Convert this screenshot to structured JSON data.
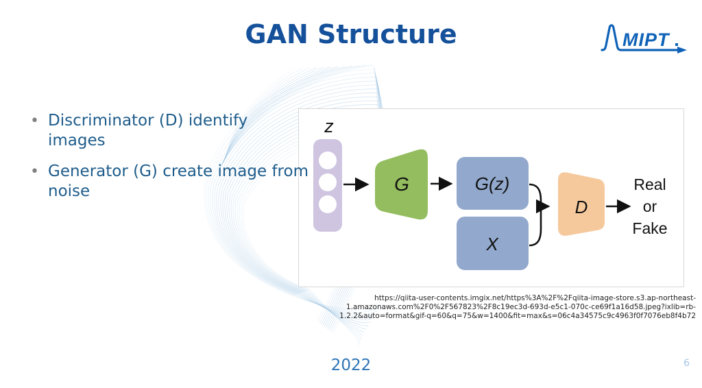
{
  "slide": {
    "title": "GAN Structure",
    "footer_year": "2022",
    "page_number": "6"
  },
  "logo": {
    "name": "MIPT",
    "color": "#0f62b7"
  },
  "bullets": [
    {
      "marker": "•",
      "label": "Discriminator (D) identify images"
    },
    {
      "marker": "•",
      "label": "Generator (G) create image from noise"
    }
  ],
  "diagram": {
    "noise_label": "z",
    "generator_label": "G",
    "generated_sample_label": "G(z)",
    "real_data_label": "X",
    "discriminator_label": "D",
    "output_lines": [
      "Real",
      "or",
      "Fake"
    ],
    "colors": {
      "noise_vector": "#cfc5e1",
      "generator": "#93bd5e",
      "sample_boxes": "#92a9cd",
      "discriminator": "#f6c99d",
      "arrows": "#111111"
    }
  },
  "source_citation": {
    "lines": [
      "https://qiita-user-contents.imgix.net/https%3A%2F%2Fqiita-image-store.s3.ap-northeast-",
      "1.amazonaws.com%2F0%2F567823%2F8c19ec3d-693d-e5c1-070c-ce69f1a16d58.jpeg?ixlib=rb-",
      "1.2.2&auto=format&gif-q=60&q=75&w=1400&fit=max&s=06c4a34575c9c4963f0f7076eb8f4b72"
    ]
  },
  "colors": {
    "title_text": "#15519b",
    "body_text": "#1e5c8b",
    "year_text": "#2e74b5",
    "page_number_text": "#a4c5e6",
    "wave_decoration": "#9cc4e2",
    "card_border": "#d7d7d7"
  }
}
